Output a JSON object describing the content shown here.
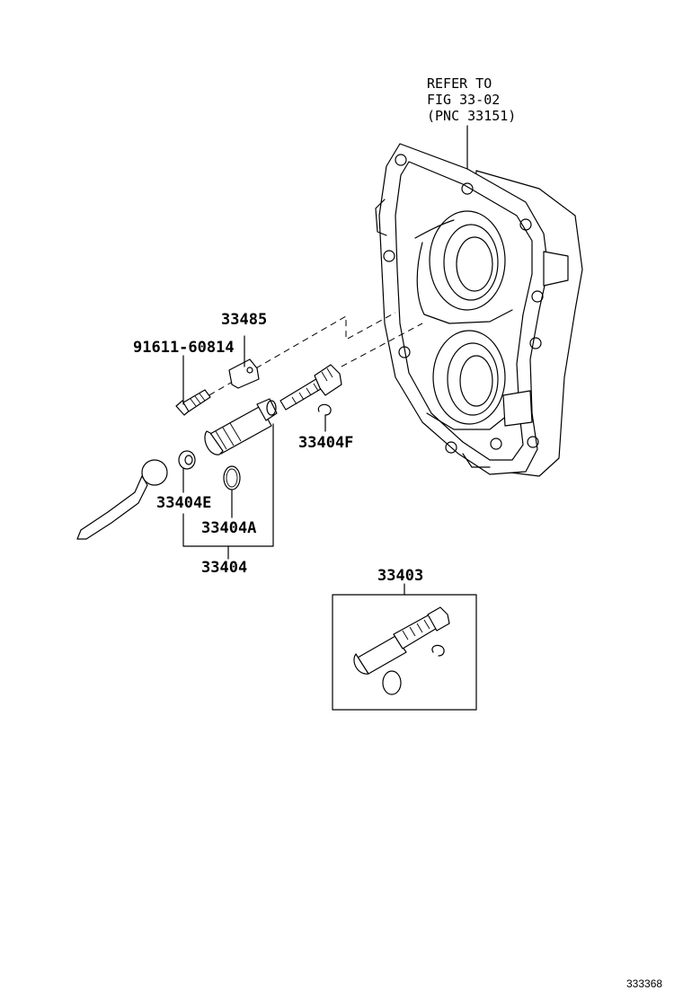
{
  "callouts": {
    "refer_line1": "REFER TO",
    "refer_line2": "FIG 33-02",
    "refer_line3": "(PNC 33151)",
    "p33485": "33485",
    "p91611": "91611-60814",
    "p33404F": "33404F",
    "p33404E": "33404E",
    "p33404A": "33404A",
    "p33404": "33404",
    "p33403": "33403"
  },
  "figure_id": "333368"
}
